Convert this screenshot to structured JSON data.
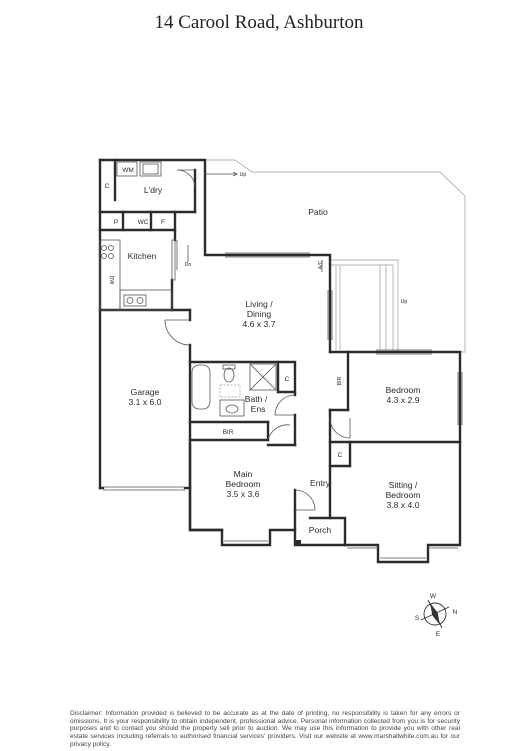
{
  "title": "14 Carool Road, Ashburton",
  "rooms": {
    "laundry": "L'dry",
    "wm": "WM",
    "c_laundry": "C",
    "pantry": "P",
    "wc": "WC",
    "fridge": "F",
    "kitchen": "Kitchen",
    "dw": "DW",
    "patio": "Patio",
    "ac": "A/C",
    "living_name": "Living /",
    "living_name2": "Dining",
    "living_dim": "4.6 x 3.7",
    "garage_name": "Garage",
    "garage_dim": "3.1 x 6.0",
    "bath_name": "Bath /",
    "bath_name2": "Ens",
    "c_bath": "C",
    "bir_main": "BIR",
    "bir_bed": "BIR",
    "bedroom_name": "Bedroom",
    "bedroom_dim": "4.3 x 2.9",
    "main_name": "Main",
    "main_name2": "Bedroom",
    "main_dim": "3.5 x 3.6",
    "entry": "Entry",
    "c_entry": "C",
    "sitting_name": "Sitting /",
    "sitting_name2": "Bedroom",
    "sitting_dim": "3.8 x 4.0",
    "porch": "Porch"
  },
  "stairs": {
    "up1": "Up",
    "dn": "Dn",
    "up2": "Up"
  },
  "compass": {
    "n": "N",
    "s": "S",
    "e": "E",
    "w": "W"
  },
  "disclaimer": "Disclaimer: Information provided is believed to be accurate as at the date of printing, no responsibility is taken for any errors or omissions. It is your responsibility to obtain independent, professional advice. Personal information collected from you is for security purposes and to contact you should the property sell prior to auction. We may use this information to provide you with other real estate services including referrals to authorised financial services' providers. Visit our website at www.marshallwhite.com.au for our privacy policy."
}
